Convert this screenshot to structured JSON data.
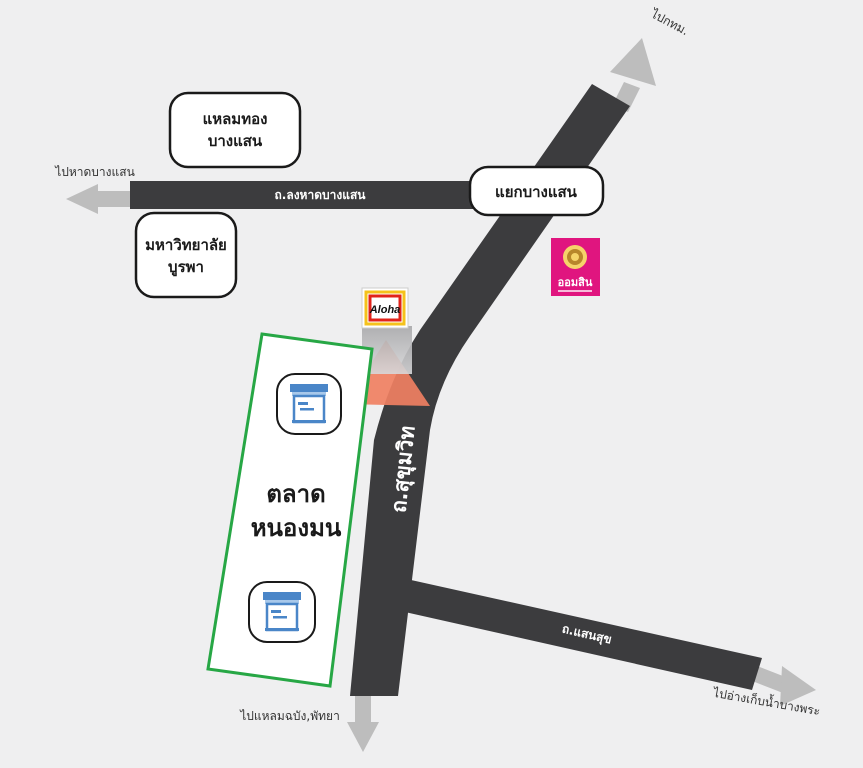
{
  "roads": {
    "sukhumvit": "ถ.สุขุมวิท",
    "long_had_bangsaen": "ถ.ลงหาดบางแสน",
    "saensuk": "ถ.แสนสุข"
  },
  "destinations": {
    "bangkok": "ไปกทม.",
    "bangsaen_beach": "ไปหาดบางแสน",
    "laem_chabang_pattaya": "ไปแหลมฉบัง,พัทยา",
    "ang_kep_nam_bang_phra": "ไปอ่างเก็บน้ำบางพระ"
  },
  "landmarks": {
    "laem_thong_line1": "แหลมทอง",
    "laem_thong_line2": "บางแสน",
    "burapha_line1": "มหาวิทยาลัย",
    "burapha_line2": "บูรพา",
    "junction": "แยกบางแสน",
    "market_line1": "ตลาด",
    "market_line2": "หนองมน",
    "bank_name": "ออมสิน",
    "shop_logo": "Aloha"
  },
  "colors": {
    "background": "#efeff0",
    "road": "#3c3c3e",
    "arrow": "#bdbdbd",
    "market_border": "#27a745",
    "bank": "#e0157f",
    "view_cone": "#f08062",
    "stall_icon": "#4a86c8"
  },
  "icons": {
    "direction": "arrow-icon",
    "market_stall": "market-stall-icon",
    "bank": "bank-logo",
    "shop": "aloha-logo"
  }
}
